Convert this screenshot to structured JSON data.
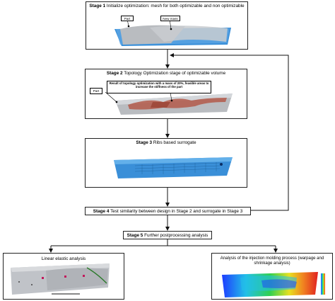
{
  "stage1": {
    "label": "Stage 1",
    "text": " Initialize optimization: mesh for both optimizable and non optimizable",
    "callout_part": "Part",
    "callout_new_mass": "New mass"
  },
  "stage2": {
    "label": "Stage 2",
    "text": " Topology Optimization stage of optimizable volume",
    "callout_result": "Result of topology optimization with a mass of 20%, feasible areas to increase the stiffness of the part",
    "callout_part": "Part"
  },
  "stage3": {
    "label": "Stage 3",
    "text": " Ribs based surrogate"
  },
  "stage4": {
    "label": "Stage 4",
    "text": " Test similarity between design in Stage 2 and surrogate in Stage 3"
  },
  "stage5": {
    "label": "Stage 5",
    "text": " Further postprocessing analysis"
  },
  "analysis_left": {
    "title": "Linear elastic analysis"
  },
  "analysis_right": {
    "title": "Analysis of the injection molding process (warpage and shrinkage analysis)"
  },
  "colors": {
    "border": "#222222",
    "part_grey": "#b9bcc0",
    "mesh_blue": "#3a8fd8",
    "topo_red": "#b35a4a",
    "arrow": "#111111"
  }
}
